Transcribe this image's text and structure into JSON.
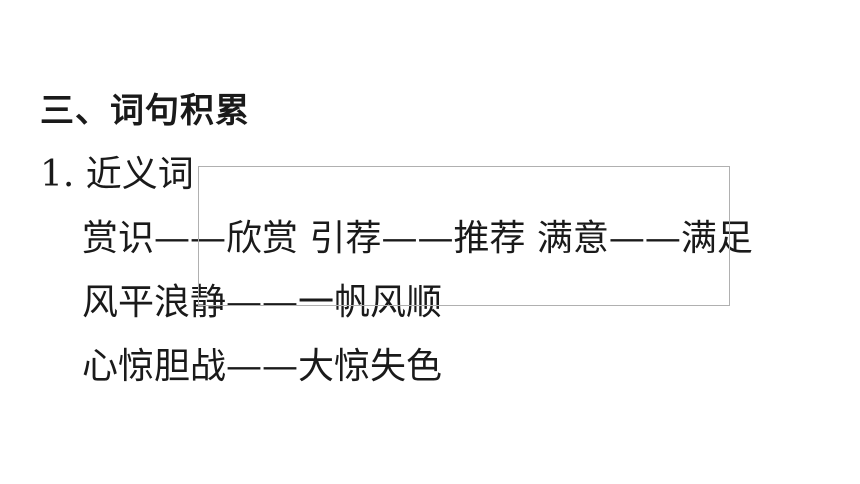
{
  "section": {
    "heading": "三、词句积累",
    "subheading": "1. 近义词",
    "lines": [
      "赏识——欣赏  引荐——推荐  满意——满足",
      "风平浪静——一帆风顺",
      "心惊胆战——大惊失色"
    ]
  }
}
